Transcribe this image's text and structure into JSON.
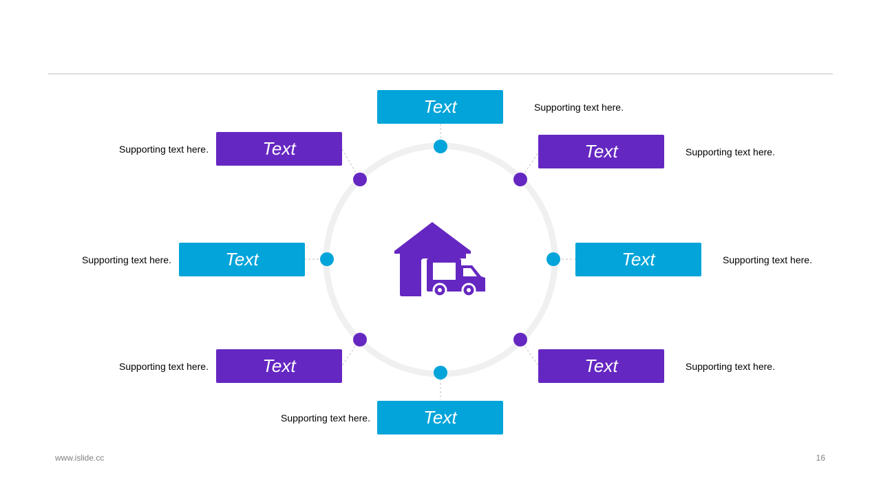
{
  "colors": {
    "blue": "#02a4d9",
    "purple": "#6527c1",
    "ring": "#f0f0f0",
    "connector": "#bfbfbf"
  },
  "center_icon": "warehouse-truck-icon",
  "nodes": [
    {
      "label": "Text",
      "support": "Supporting text here."
    },
    {
      "label": "Text",
      "support": "Supporting text here."
    },
    {
      "label": "Text",
      "support": "Supporting text here."
    },
    {
      "label": "Text",
      "support": "Supporting text here."
    },
    {
      "label": "Text",
      "support": "Supporting text here."
    },
    {
      "label": "Text",
      "support": "Supporting text here."
    },
    {
      "label": "Text",
      "support": "Supporting text here."
    },
    {
      "label": "Text",
      "support": "Supporting text here."
    }
  ],
  "footer": {
    "website": "www.islide.cc",
    "page_number": "16"
  }
}
